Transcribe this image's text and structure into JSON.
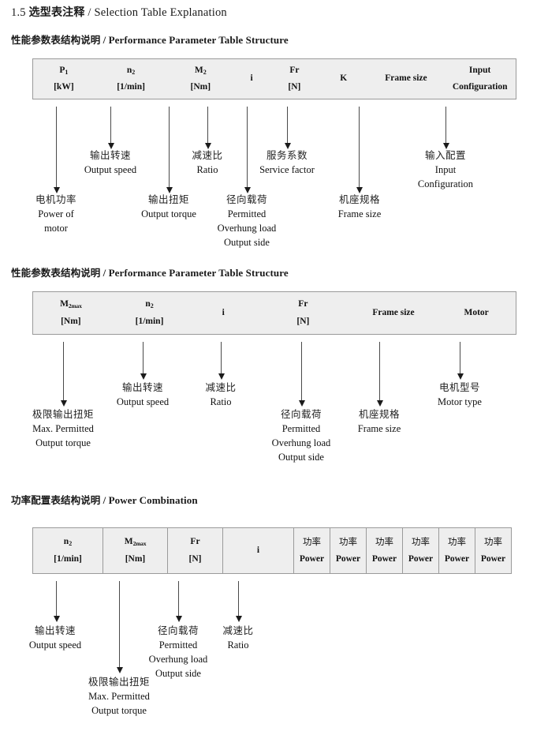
{
  "document": {
    "number": "1.5",
    "title_cn": "选型表注释",
    "separator": "/",
    "title_en": "Selection Table Explanation"
  },
  "sections": [
    {
      "id": "performance-parameter-1",
      "heading_cn": "性能参数表结构说明",
      "heading_sep": "/",
      "heading_en": "Performance Parameter Table Structure",
      "table": {
        "divided": false,
        "columns": [
          {
            "symbol": "P",
            "sub": "1",
            "unit": "[kW]"
          },
          {
            "symbol": "n",
            "sub": "2",
            "unit": "[1/min]"
          },
          {
            "symbol": "M",
            "sub": "2",
            "unit": "[Nm]"
          },
          {
            "symbol": "i",
            "sub": "",
            "unit": ""
          },
          {
            "symbol": "Fr",
            "sub": "",
            "unit": "[N]"
          },
          {
            "symbol": "K",
            "sub": "",
            "unit": ""
          },
          {
            "symbol": "Frame size",
            "sub": "",
            "unit": ""
          },
          {
            "symbol": "Input",
            "sub": "",
            "unit": "Configuration"
          }
        ]
      },
      "annotations": [
        {
          "cn": "电机功率",
          "en": [
            "Power of",
            "motor"
          ]
        },
        {
          "cn": "输出转速",
          "en": [
            "Output speed"
          ]
        },
        {
          "cn": "输出扭矩",
          "en": [
            "Output torque"
          ]
        },
        {
          "cn": "减速比",
          "en": [
            "Ratio"
          ]
        },
        {
          "cn": "径向载荷",
          "en": [
            "Permitted",
            "Overhung load",
            "Output side"
          ]
        },
        {
          "cn": "服务系数",
          "en": [
            "Service factor"
          ]
        },
        {
          "cn": "机座规格",
          "en": [
            "Frame size"
          ]
        },
        {
          "cn": "输入配置",
          "en": [
            "Input",
            "Configuration"
          ]
        }
      ]
    },
    {
      "id": "performance-parameter-2",
      "heading_cn": "性能参数表结构说明",
      "heading_sep": "/",
      "heading_en": "Performance Parameter Table Structure",
      "table": {
        "divided": false,
        "columns": [
          {
            "symbol": "M",
            "sub": "2max",
            "unit": "[Nm]"
          },
          {
            "symbol": "n",
            "sub": "2",
            "unit": "[1/min]"
          },
          {
            "symbol": "i",
            "sub": "",
            "unit": ""
          },
          {
            "symbol": "Fr",
            "sub": "",
            "unit": "[N]"
          },
          {
            "symbol": "Frame size",
            "sub": "",
            "unit": ""
          },
          {
            "symbol": "Motor",
            "sub": "",
            "unit": ""
          }
        ]
      },
      "annotations": [
        {
          "cn": "极限输出扭矩",
          "en": [
            "Max. Permitted",
            "Output  torque"
          ]
        },
        {
          "cn": "输出转速",
          "en": [
            "Output speed"
          ]
        },
        {
          "cn": "减速比",
          "en": [
            "Ratio"
          ]
        },
        {
          "cn": "径向载荷",
          "en": [
            "Permitted",
            "Overhung load",
            "Output side"
          ]
        },
        {
          "cn": "机座规格",
          "en": [
            "Frame size"
          ]
        },
        {
          "cn": "电机型号",
          "en": [
            "Motor type"
          ]
        }
      ]
    },
    {
      "id": "power-combination",
      "heading_cn": "功率配置表结构说明",
      "heading_sep": "/",
      "heading_en": "Power Combination",
      "table": {
        "divided": true,
        "columns": [
          {
            "symbol": "n",
            "sub": "2",
            "unit": "[1/min]"
          },
          {
            "symbol": "M",
            "sub": "2max",
            "unit": "[Nm]"
          },
          {
            "symbol": "Fr",
            "sub": "",
            "unit": "[N]"
          },
          {
            "symbol": "i",
            "sub": "",
            "unit": ""
          },
          {
            "cn": "功率",
            "unit": "Power"
          },
          {
            "cn": "功率",
            "unit": "Power"
          },
          {
            "cn": "功率",
            "unit": "Power"
          },
          {
            "cn": "功率",
            "unit": "Power"
          },
          {
            "cn": "功率",
            "unit": "Power"
          },
          {
            "cn": "功率",
            "unit": "Power"
          }
        ]
      },
      "annotations": [
        {
          "cn": "输出转速",
          "en": [
            "Output speed"
          ]
        },
        {
          "cn": "极限输出扭矩",
          "en": [
            "Max. Permitted",
            "Output  torque"
          ]
        },
        {
          "cn": "径向载荷",
          "en": [
            "Permitted",
            "Overhung load",
            "Output side"
          ]
        },
        {
          "cn": "减速比",
          "en": [
            "Ratio"
          ]
        }
      ]
    }
  ],
  "colors": {
    "table_background": "#eeeeee",
    "table_border": "#9a9a9a",
    "arrow": "#1b1b1b",
    "text": "#1a1a1a"
  }
}
